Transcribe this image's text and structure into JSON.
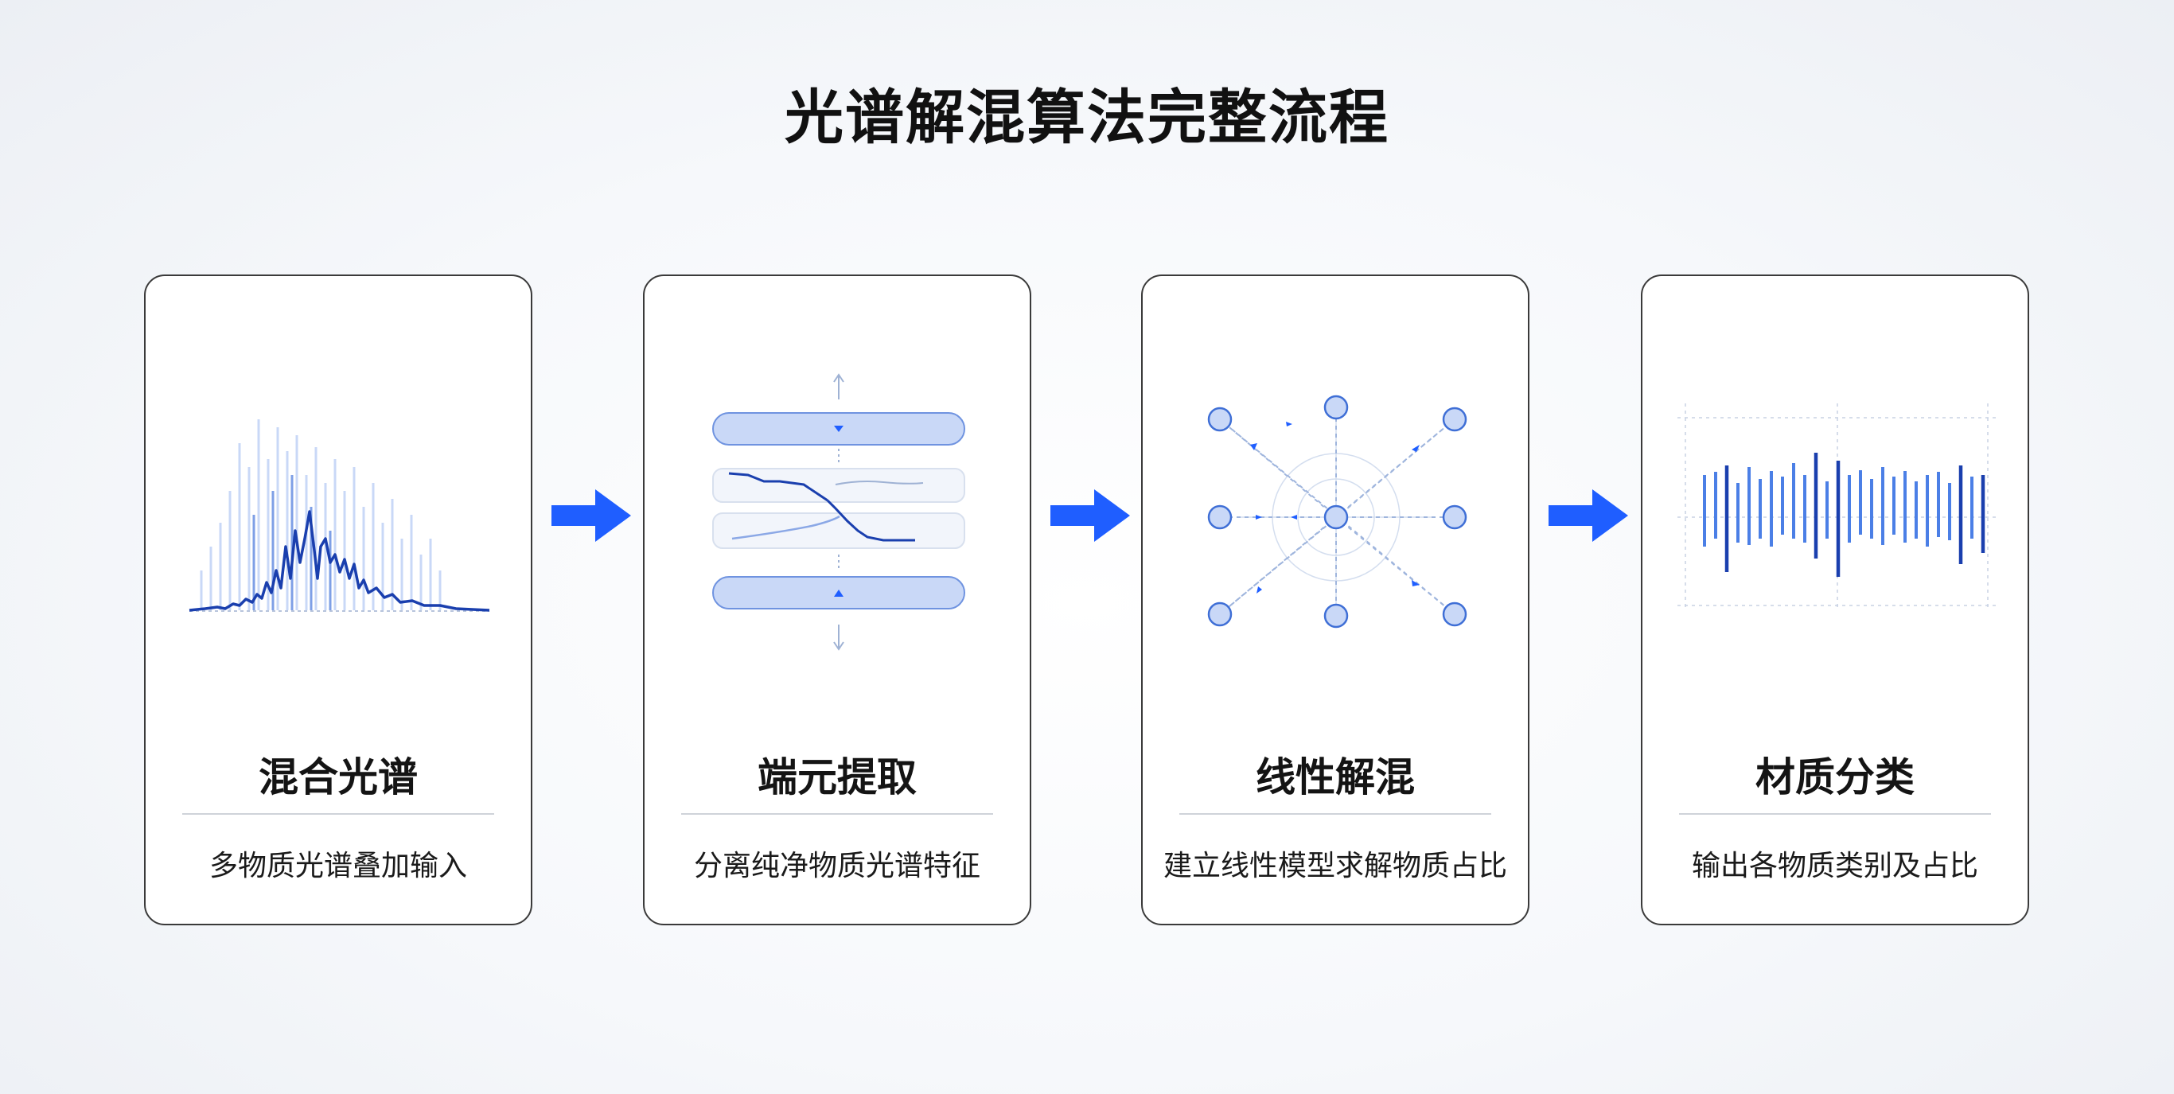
{
  "title": "光谱解混算法完整流程",
  "colors": {
    "accent": "#1f5eff",
    "accent_dark": "#1a3fae",
    "accent_light": "#c9d8f7",
    "card_border": "#3a3a3a"
  },
  "steps": [
    {
      "name": "混合光谱",
      "desc": "多物质光谱叠加输入",
      "icon": "spectrum-peaks-icon"
    },
    {
      "name": "端元提取",
      "desc": "分离纯净物质光谱特征",
      "icon": "endmember-layers-icon"
    },
    {
      "name": "线性解混",
      "desc": "建立线性模型求解物质占比",
      "icon": "node-network-icon"
    },
    {
      "name": "材质分类",
      "desc": "输出各物质类别及占比",
      "icon": "classification-bars-icon"
    }
  ],
  "connector_icon": "right-arrow-icon"
}
